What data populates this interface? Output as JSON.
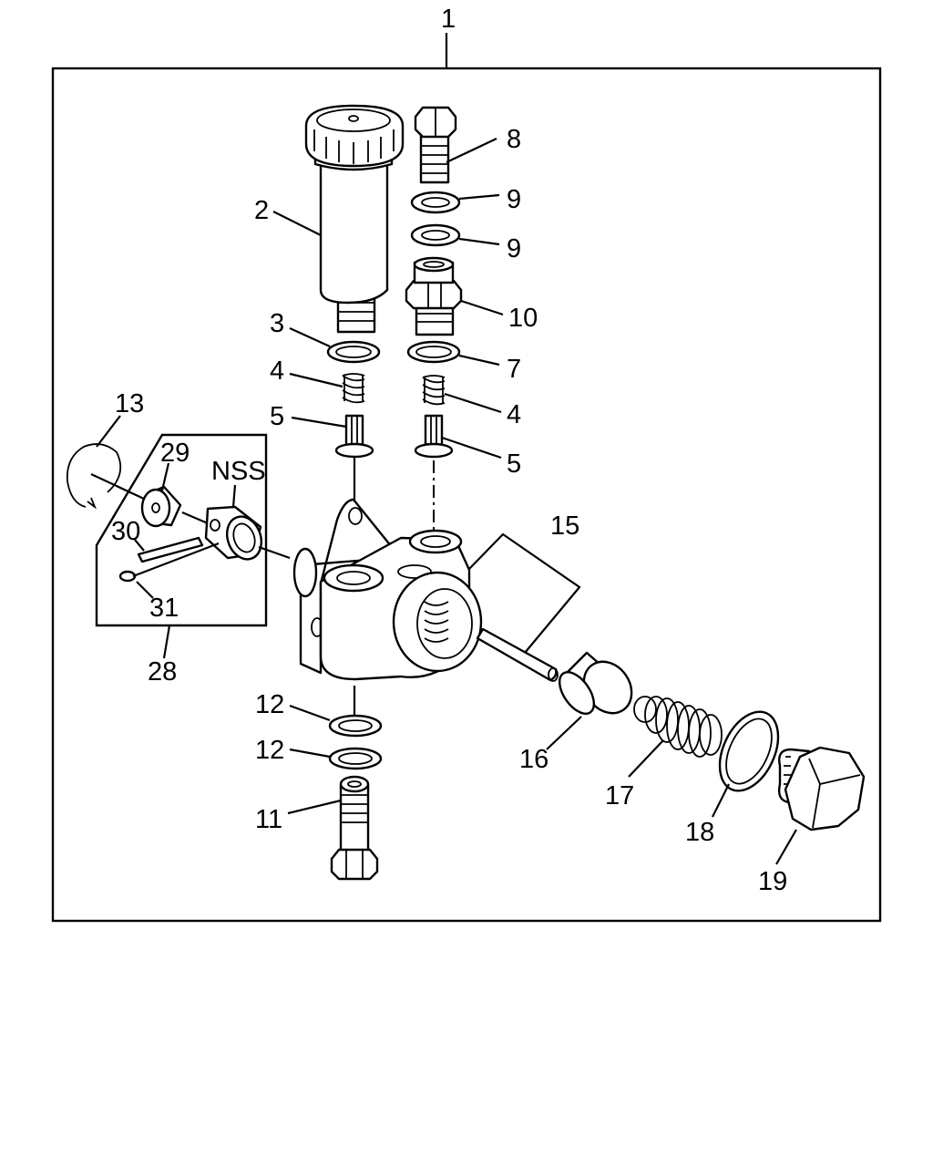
{
  "labels": {
    "l1": "1",
    "l2": "2",
    "l3": "3",
    "l4a": "4",
    "l4b": "4",
    "l5a": "5",
    "l5b": "5",
    "l7": "7",
    "l8": "8",
    "l9a": "9",
    "l9b": "9",
    "l10": "10",
    "l11": "11",
    "l12a": "12",
    "l12b": "12",
    "l13": "13",
    "l15": "15",
    "l16": "16",
    "l17": "17",
    "l18": "18",
    "l19": "19",
    "l28": "28",
    "l29": "29",
    "l30": "30",
    "l31": "31",
    "nss": "NSS"
  }
}
